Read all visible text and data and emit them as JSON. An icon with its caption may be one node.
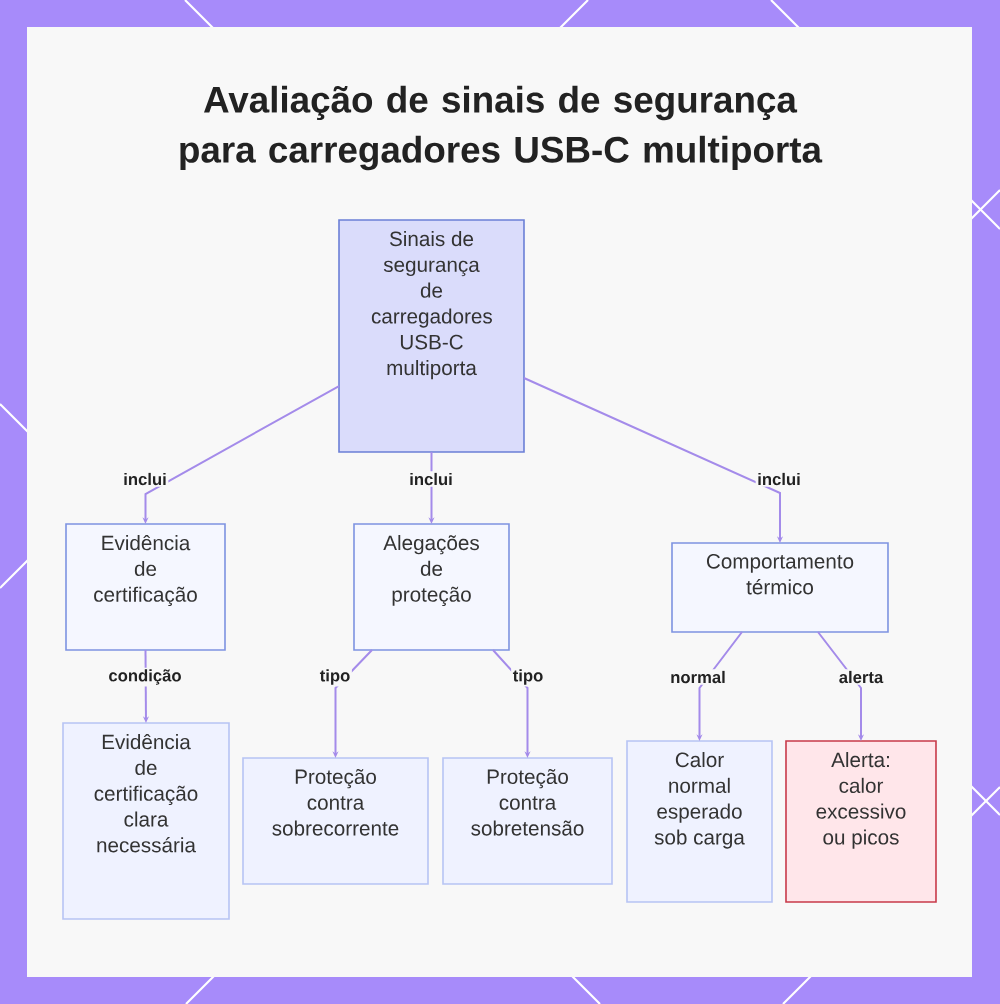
{
  "diagram": {
    "title": "Avaliação de sinais de segurança para carregadores USB-C multiporta",
    "nodes": [
      {
        "text": [
          "Sinais de segurança de carregadores USB-C multiporta"
        ]
      },
      {
        "text": [
          "Evidência de certificação"
        ]
      },
      {
        "text": [
          "Alegações de proteção"
        ]
      },
      {
        "text": [
          "Comportamento térmico"
        ]
      },
      {
        "text": [
          "Evidência de certificação clara necessária"
        ]
      },
      {
        "text": [
          "Proteção contra sobrecorrente"
        ]
      },
      {
        "text": [
          "Proteção contra sobretensão"
        ]
      },
      {
        "text": [
          "Calor normal esperado sob carga"
        ]
      },
      {
        "text": [
          "Alerta: calor excessivo ou picos"
        ]
      }
    ],
    "edges": [
      {
        "from": 0,
        "to": 1,
        "arrow": "to",
        "label": "inclui"
      },
      {
        "from": 0,
        "to": 2,
        "arrow": "to",
        "label": "inclui"
      },
      {
        "from": 0,
        "to": 3,
        "arrow": "to",
        "label": "inclui"
      },
      {
        "from": 1,
        "to": 4,
        "arrow": "to",
        "label": "condição"
      },
      {
        "from": 2,
        "to": 5,
        "arrow": "to",
        "label": "tipo"
      },
      {
        "from": 2,
        "to": 6,
        "arrow": "to",
        "label": "tipo"
      },
      {
        "from": 3,
        "to": 7,
        "arrow": "to",
        "label": "normal"
      },
      {
        "from": 3,
        "to": 8,
        "arrow": "to",
        "label": "alerta"
      }
    ]
  }
}
